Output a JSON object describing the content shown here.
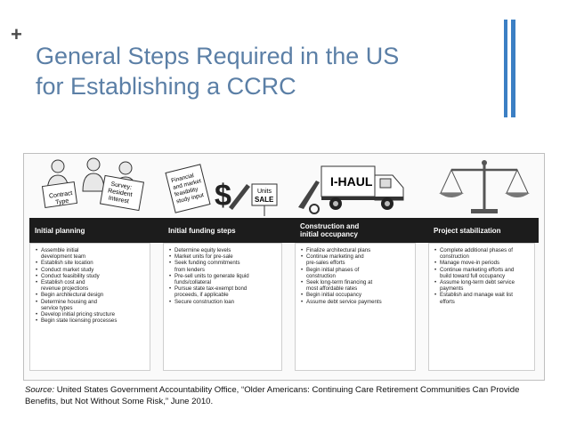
{
  "slide": {
    "title_line1": "General Steps Required in the US",
    "title_line2": "for Establishing a CCRC",
    "plus_symbol": "+"
  },
  "diagram": {
    "steps": [
      {
        "label_line1": "Initial planning",
        "label_line2": "",
        "items": [
          "Assemble initial\ndevelopment team",
          "Establish site location",
          "Conduct market study",
          "Conduct feasibility study",
          "Establish cost and\nrevenue projections",
          "Begin architectural design",
          "Determine housing and\nservice types",
          "Develop initial pricing structure",
          "Begin state licensing processes"
        ]
      },
      {
        "label_line1": "Initial funding steps",
        "label_line2": "",
        "items": [
          "Determine equity levels",
          "Market units for pre-sale",
          "Seek funding commitments\nfrom lenders",
          "Pre-sell units to generate liquid\nfunds/collateral",
          "Pursue state tax-exempt bond\nproceeds, if applicable",
          "Secure construction loan"
        ]
      },
      {
        "label_line1": "Construction and",
        "label_line2": "initial occupancy",
        "items": [
          "Finalize architectural plans",
          "Continue marketing and\npre-sales efforts",
          "Begin initial phases of\nconstruction",
          "Seek long-term financing at\nmost affordable rates",
          "Begin initial occupancy",
          "Assume debt service payments"
        ]
      },
      {
        "label_line1": "Project stabilization",
        "label_line2": "",
        "items": [
          "Complete additional phases of\nconstruction",
          "Manage move-in periods",
          "Continue marketing efforts and\nbuild toward full occupancy",
          "Assume long-term debt service\npayments",
          "Establish and manage wait list\nefforts"
        ]
      }
    ],
    "illustrations": {
      "planning_signs": [
        "Contract",
        "Type",
        "Survey:",
        "Resident",
        "Interest"
      ],
      "funding_paper": [
        "Financial",
        "and market",
        "feasibility",
        "study input"
      ],
      "funding_sign": [
        "Units",
        "SALE"
      ],
      "truck_text": "I-HAUL"
    }
  },
  "source": {
    "lead": "Source:",
    "text": "  United States Government Accountability Office, “Older Americans:  Continuing Care Retirement Communities Can Provide Benefits, but Not Without Some Risk,” June 2010."
  },
  "colors": {
    "title": "#5b7fa6",
    "accent_bar": "#3b7fc4",
    "step_band": "#1c1c1c"
  }
}
